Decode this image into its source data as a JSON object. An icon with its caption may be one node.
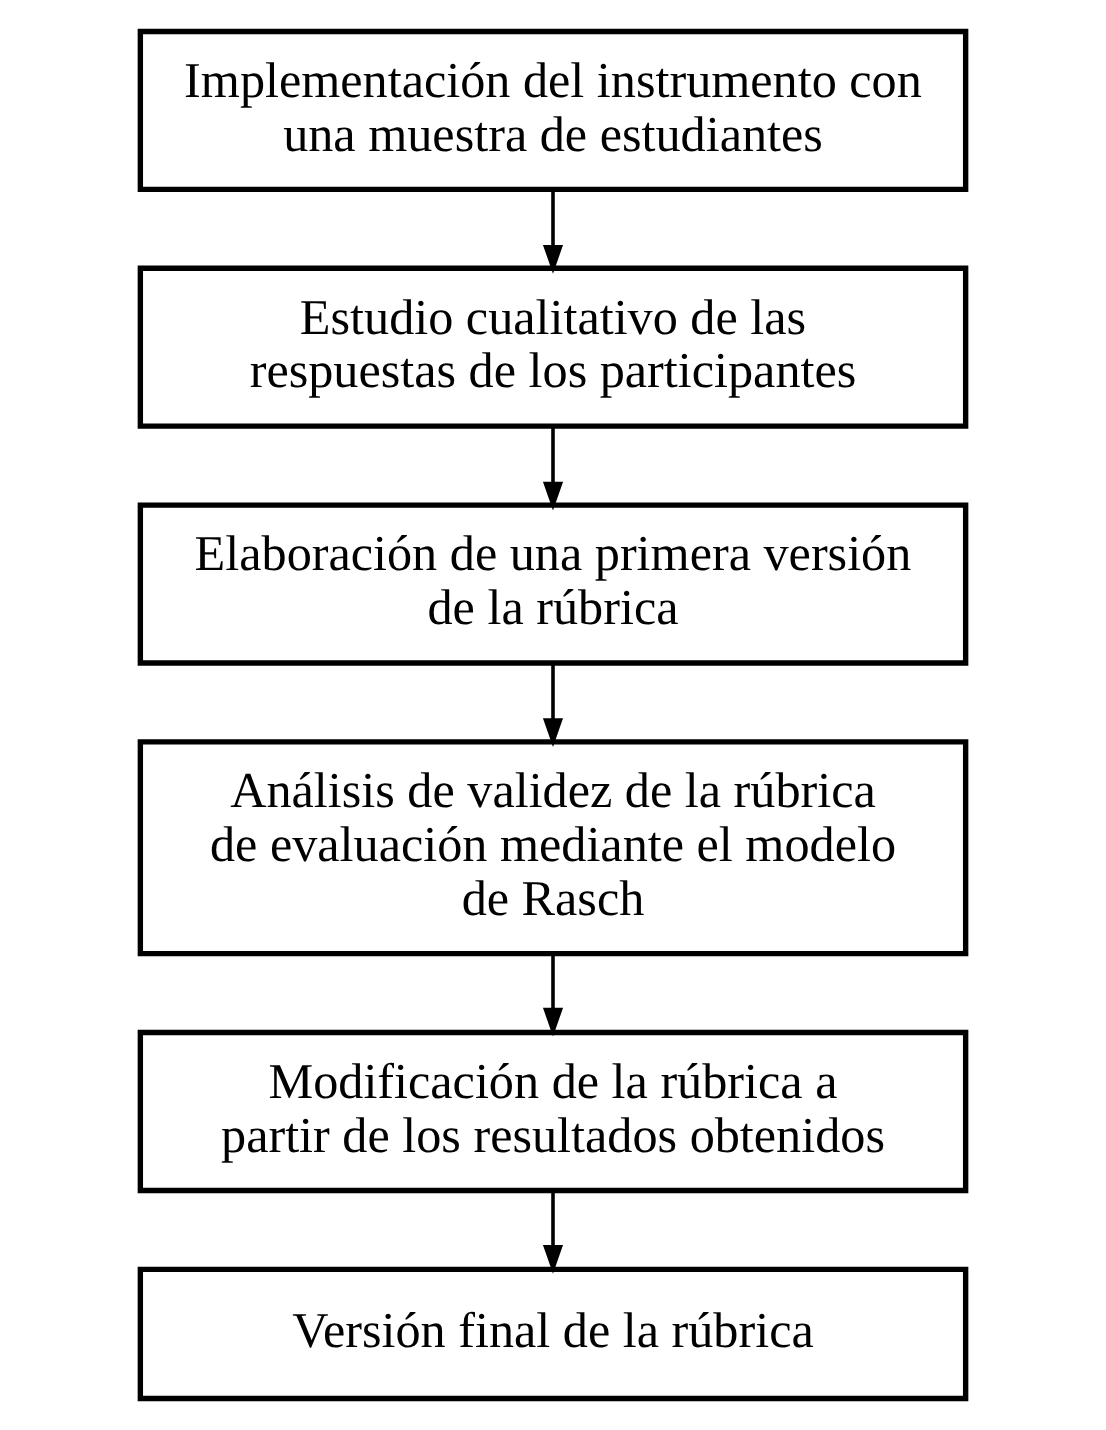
{
  "diagram": {
    "nodes": [
      {
        "text": [
          "Implementación del instrumento con una muestra de estudiantes"
        ]
      },
      {
        "text": [
          "Estudio cualitativo de las respuestas de los participantes"
        ]
      },
      {
        "text": [
          "Elaboración de una primera versión de la rúbrica"
        ]
      },
      {
        "text": [
          "Análisis de validez de la rúbrica de evaluación mediante el modelo de Rasch"
        ]
      },
      {
        "text": [
          "Modificación de la rúbrica a partir de los resultados obtenidos"
        ]
      },
      {
        "text": [
          "Versión final de la rúbrica"
        ]
      }
    ],
    "edges": [
      {
        "from": 0,
        "to": 1,
        "arrow": "to"
      },
      {
        "from": 1,
        "to": 2,
        "arrow": "to"
      },
      {
        "from": 2,
        "to": 3,
        "arrow": "to"
      },
      {
        "from": 3,
        "to": 4,
        "arrow": "to"
      },
      {
        "from": 4,
        "to": 5,
        "arrow": "to"
      }
    ]
  }
}
